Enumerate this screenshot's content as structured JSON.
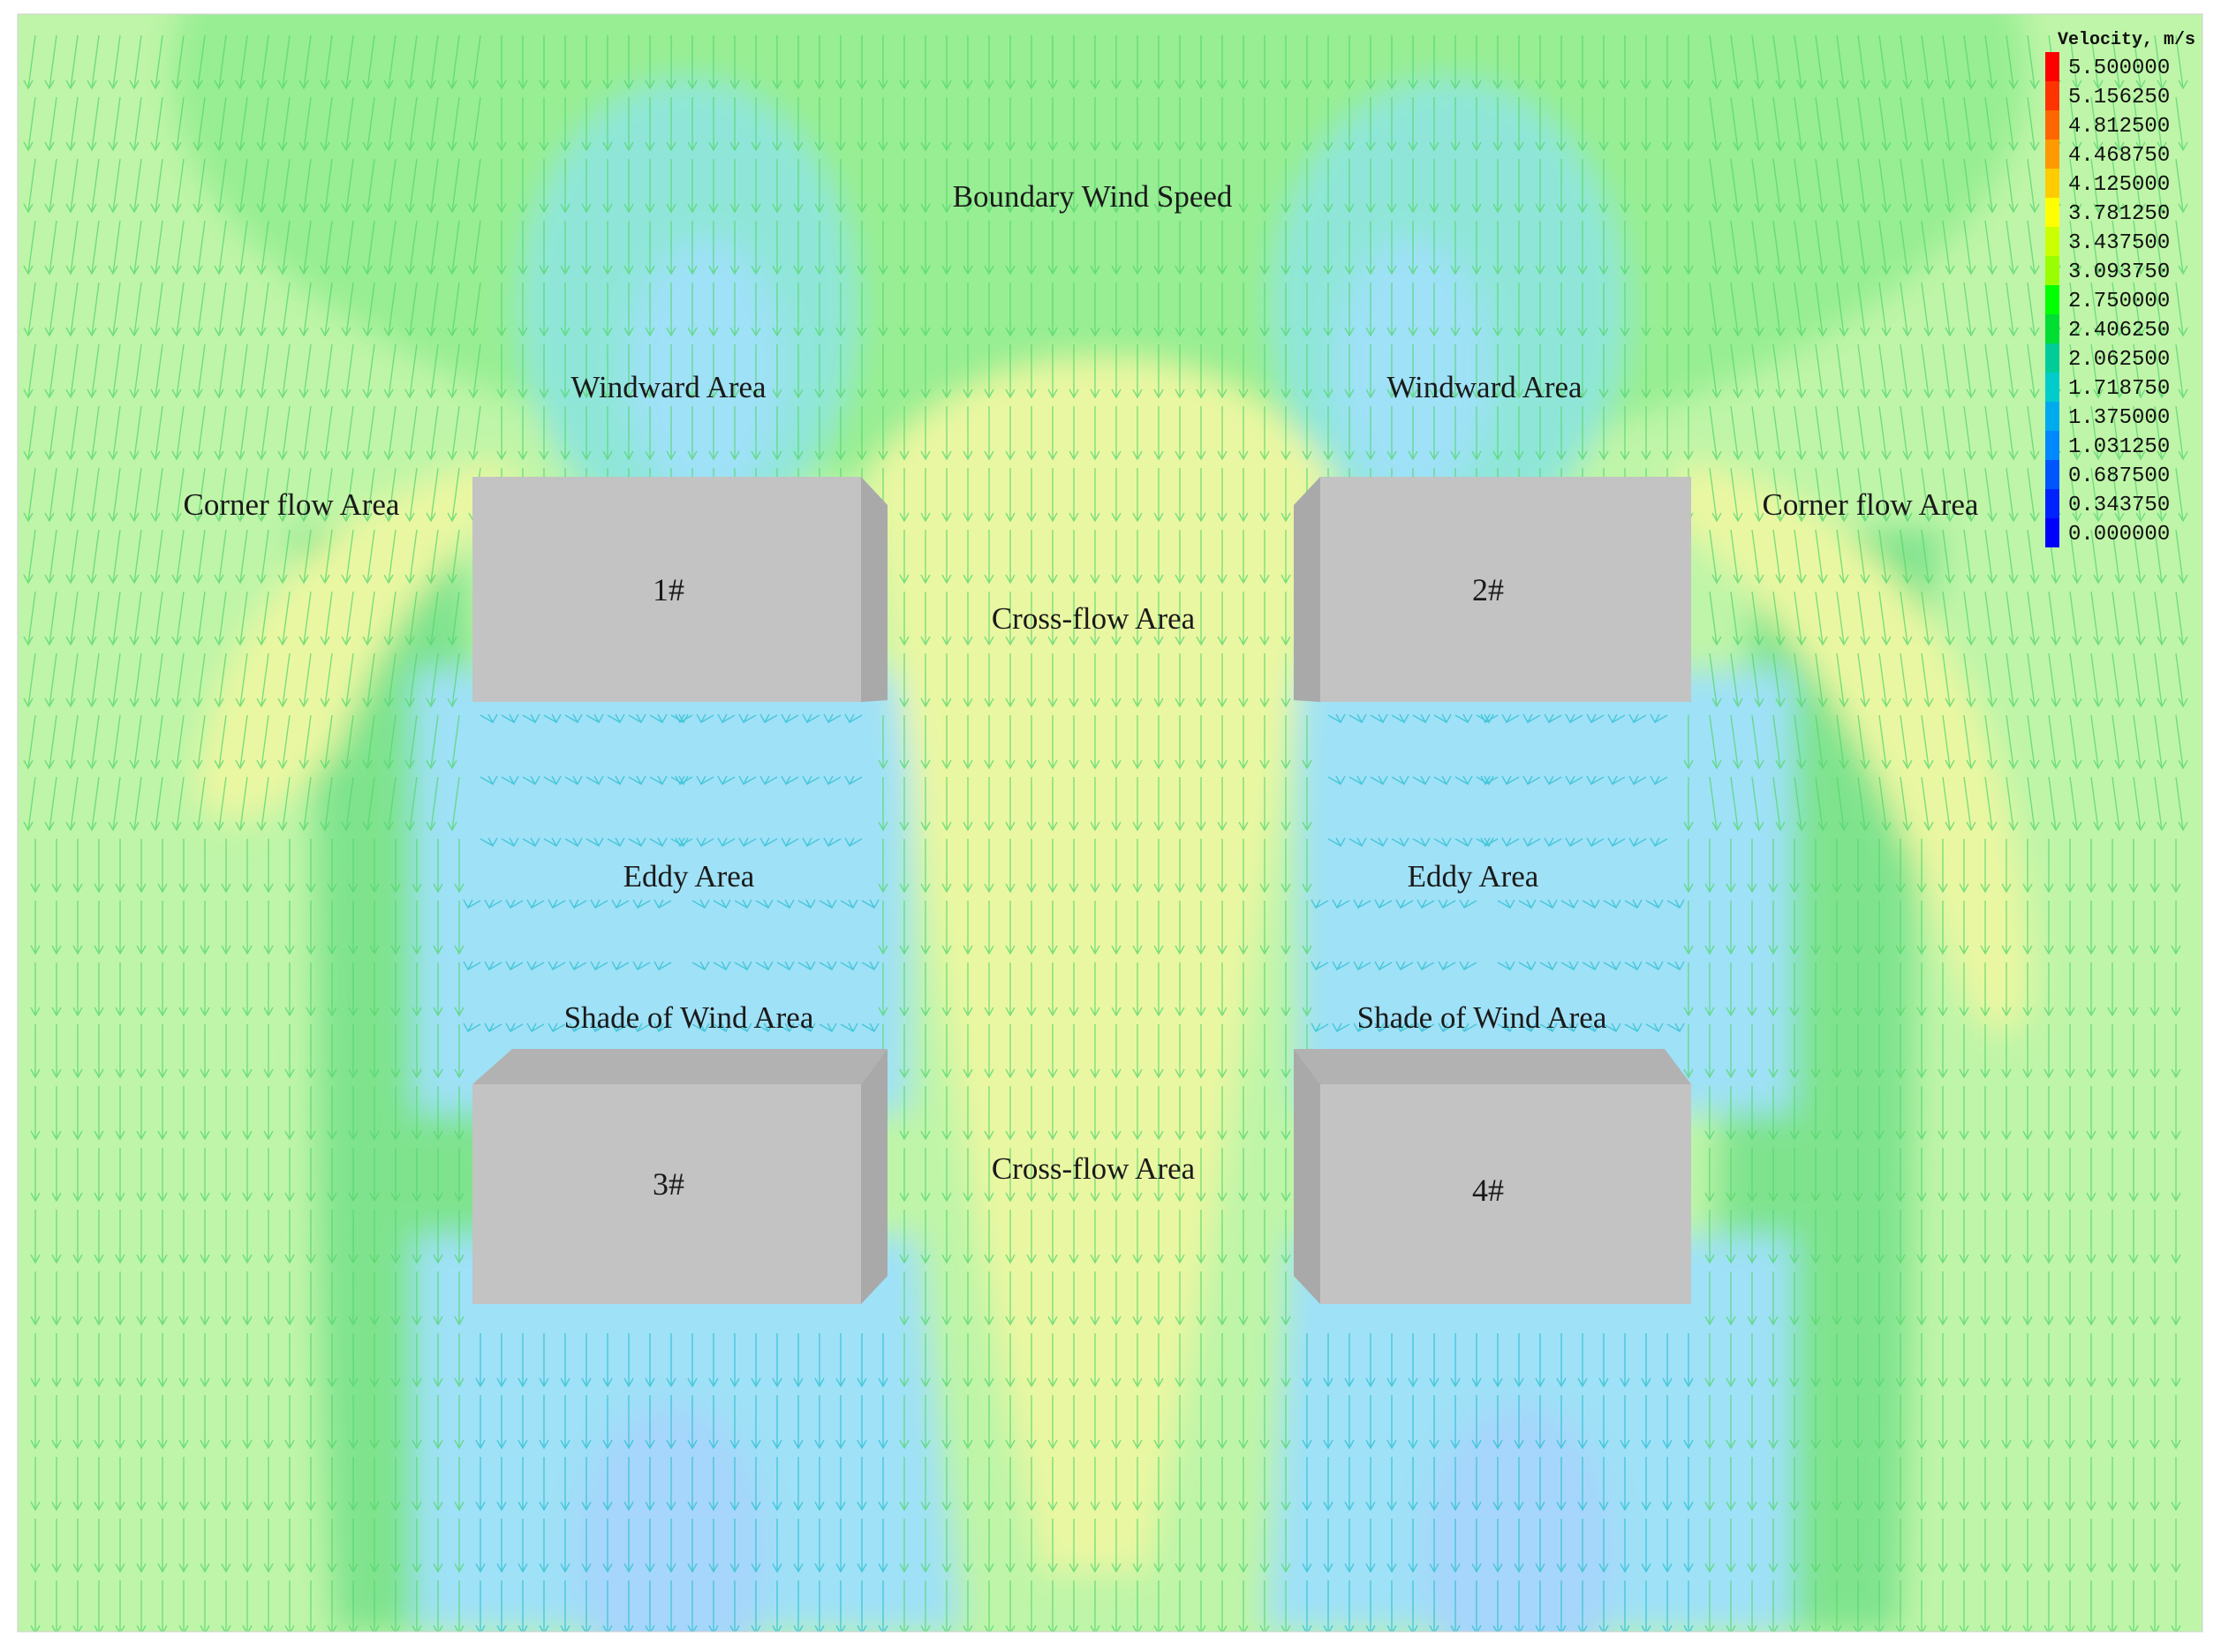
{
  "diagram": {
    "labels": {
      "boundary": "Boundary Wind Speed",
      "windward_left": "Windward Area",
      "windward_right": "Windward Area",
      "corner_left": "Corner flow Area",
      "corner_right": "Corner flow Area",
      "crossflow_top": "Cross-flow Area",
      "crossflow_bottom": "Cross-flow Area",
      "eddy_left": "Eddy Area",
      "eddy_right": "Eddy Area",
      "shade_left": "Shade of Wind Area",
      "shade_right": "Shade of Wind Area"
    },
    "buildings": [
      {
        "label": "1#"
      },
      {
        "label": "2#"
      },
      {
        "label": "3#"
      },
      {
        "label": "4#"
      }
    ]
  },
  "legend": {
    "title": "Velocity, m/s",
    "values": [
      "5.500000",
      "5.156250",
      "4.812500",
      "4.468750",
      "4.125000",
      "3.781250",
      "3.437500",
      "3.093750",
      "2.750000",
      "2.406250",
      "2.062500",
      "1.718750",
      "1.375000",
      "1.031250",
      "0.687500",
      "0.343750",
      "0.000000"
    ],
    "colors": [
      "#ff0000",
      "#ff3300",
      "#ff6600",
      "#ff9900",
      "#ffcc00",
      "#ffff00",
      "#ccff00",
      "#99ff00",
      "#00ff00",
      "#00dd33",
      "#00cc99",
      "#00cccc",
      "#00aaee",
      "#0088ff",
      "#0055ff",
      "#0022ff",
      "#0000ff"
    ]
  },
  "colors": {
    "field_green": "#bff5a8",
    "band_green": "#97ee93",
    "cyan_zone": "#99e8e6",
    "blue_zone": "#9fe1f7",
    "yellow_zone": "#eaf7a2",
    "building_front": "#c3c3c3",
    "building_side": "#a9a9a9",
    "building_top": "#b2b2b2"
  }
}
